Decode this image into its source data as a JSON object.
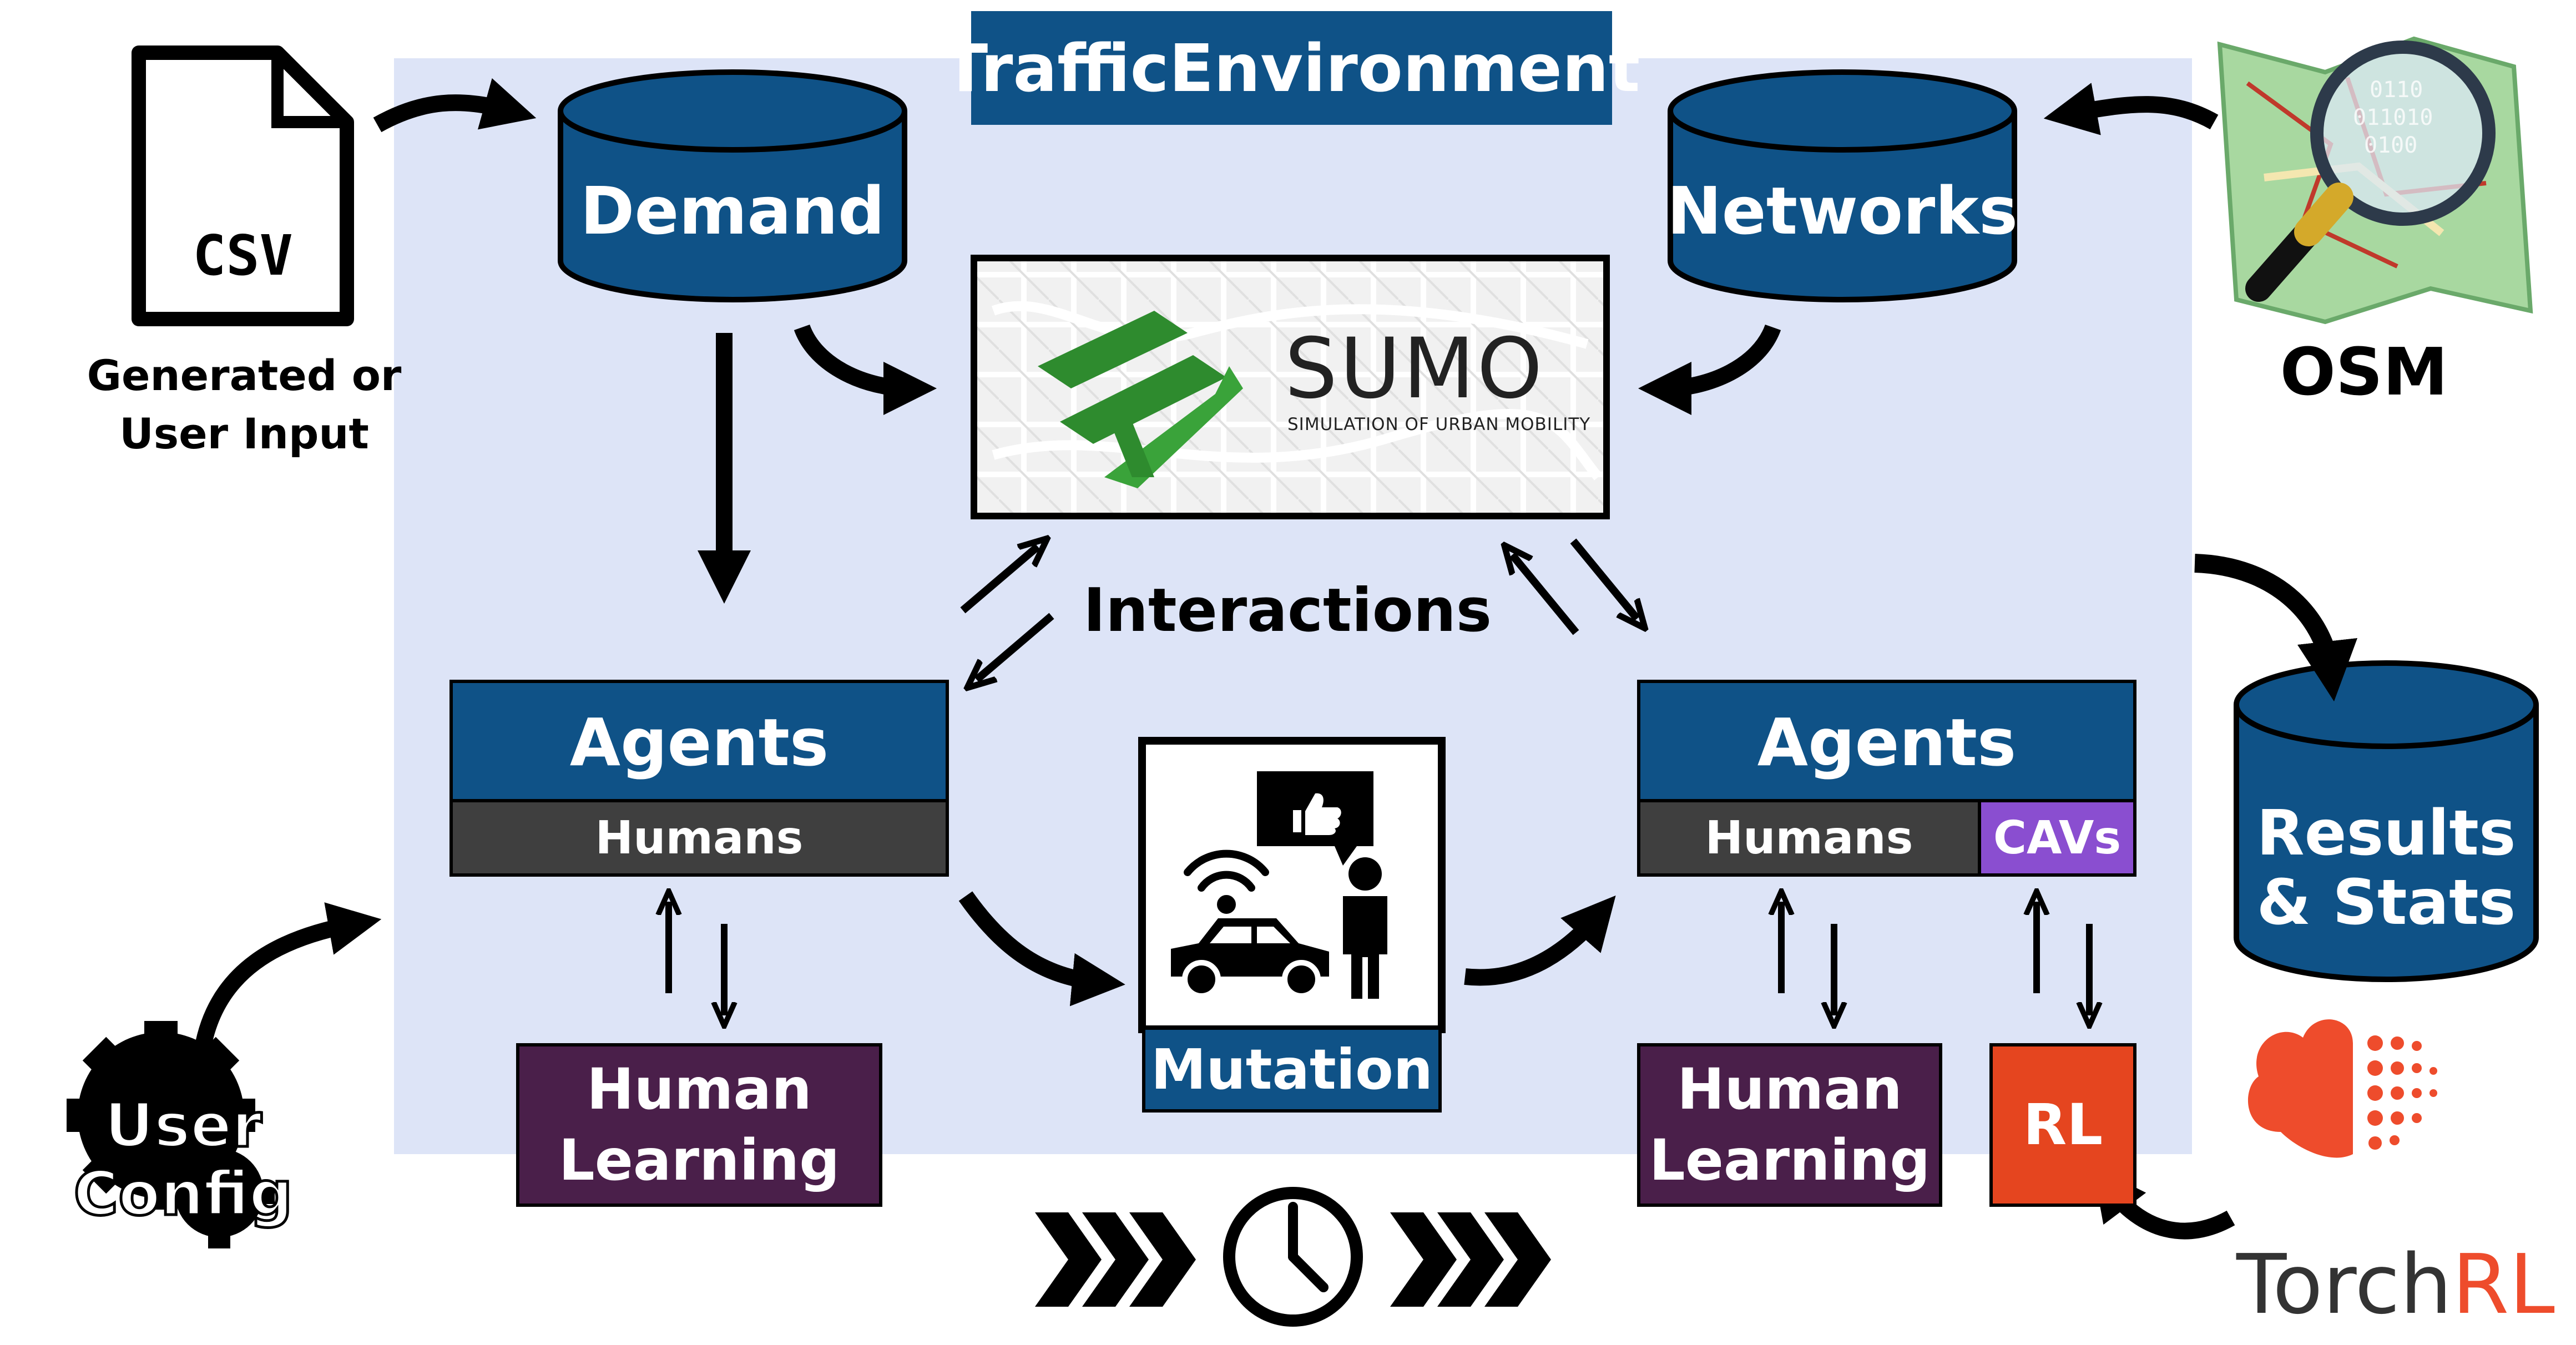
{
  "environment": {
    "title": "TrafficEnvironment"
  },
  "inputs": {
    "csv_label": "CSV",
    "csv_caption": "Generated or\nUser Input",
    "osm_label": "OSM",
    "user_config": "User\nConfig",
    "torchrl_label_torch": "Torch",
    "torchrl_label_rl": "RL"
  },
  "stores": {
    "demand": "Demand",
    "networks": "Networks",
    "results": "Results\n& Stats"
  },
  "simulator": {
    "name": "SUMO",
    "subtitle": "SIMULATION OF URBAN MOBILITY"
  },
  "interactions_label": "Interactions",
  "agents_left": {
    "title": "Agents",
    "humans": "Humans",
    "learning": "Human\nLearning"
  },
  "mutation": {
    "label": "Mutation"
  },
  "agents_right": {
    "title": "Agents",
    "humans": "Humans",
    "cavs": "CAVs",
    "learning": "Human\nLearning",
    "rl": "RL"
  },
  "colors": {
    "environment_bg": "#dde4f7",
    "primary_blue": "#0f5287",
    "humans_gray": "#3f3f3f",
    "cavs_purple": "#8a4ed0",
    "learning_plum": "#4a1f4a",
    "rl_orange": "#e5451f",
    "sumo_green": "#2e8b2e",
    "torchrl_orange": "#ee4c2c"
  },
  "icons": [
    "document-icon",
    "map-magnifier-icon",
    "gear-icon",
    "torchrl-logo-icon",
    "clock-icon",
    "chevrons-icon",
    "car-icon",
    "person-icon",
    "thumbs-up-icon",
    "wifi-icon"
  ]
}
